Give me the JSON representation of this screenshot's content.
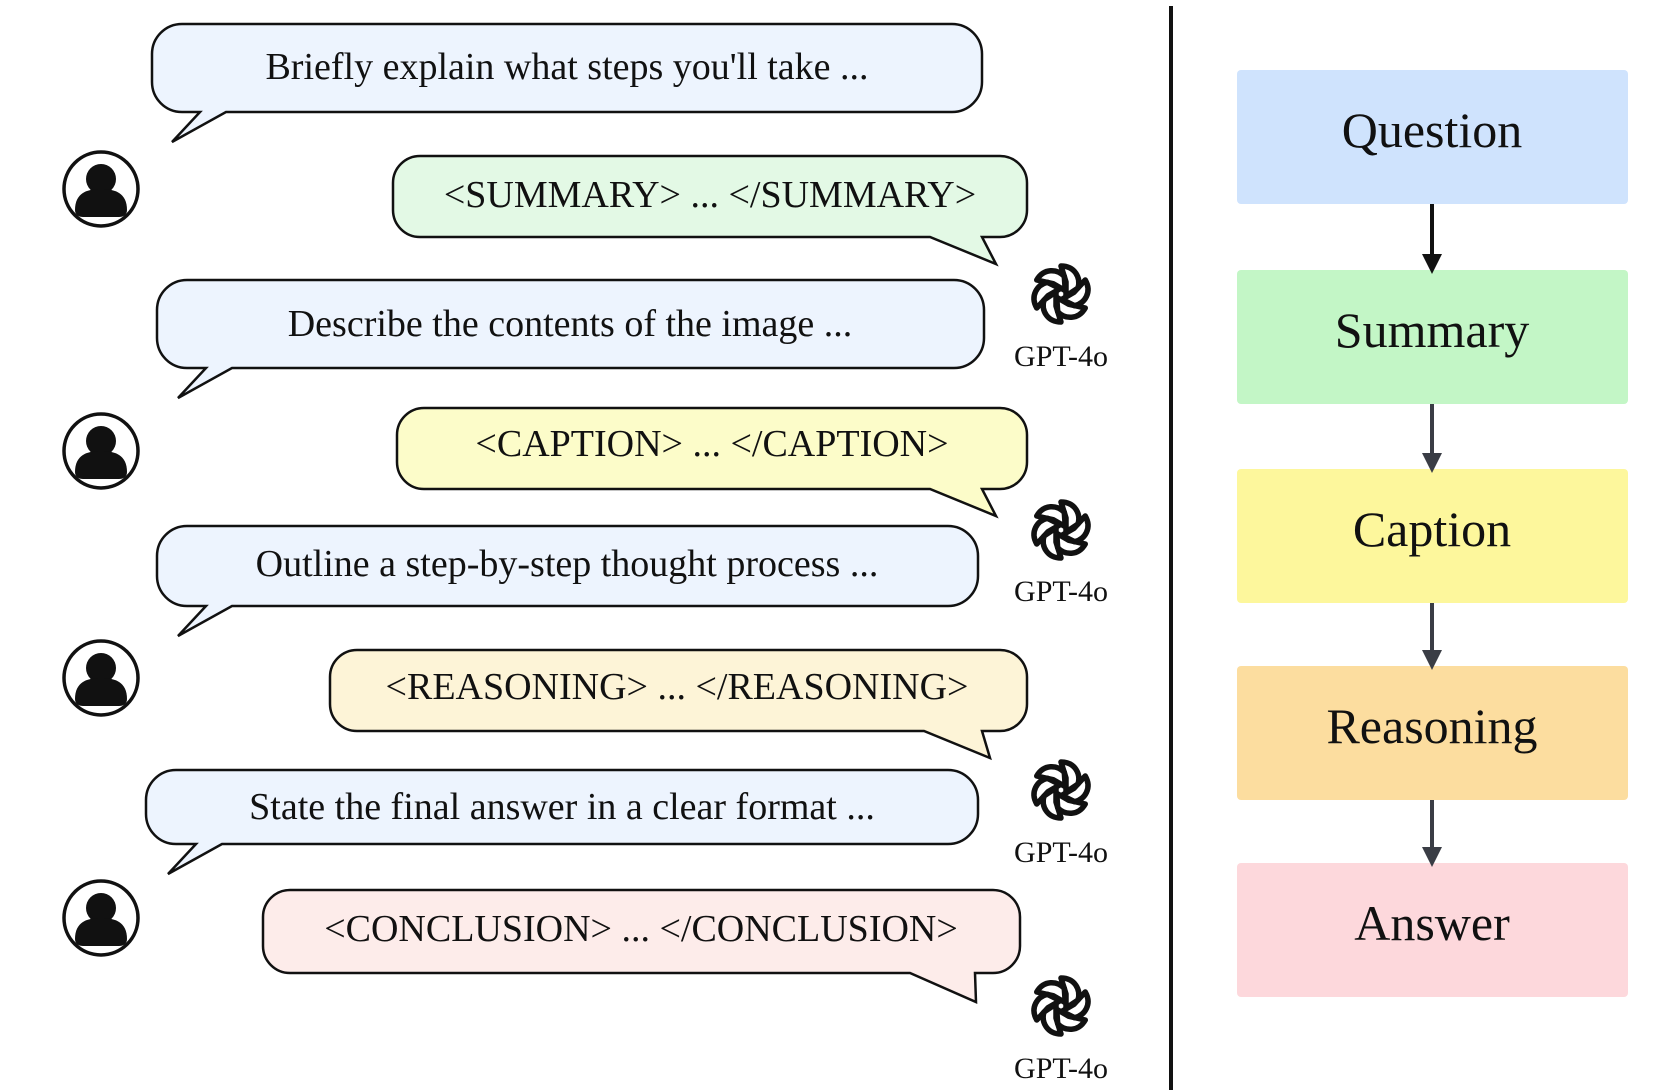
{
  "conversation": [
    {
      "role": "user",
      "text": "Briefly explain what steps you'll take ..."
    },
    {
      "role": "assistant",
      "text": "<SUMMARY> ... </SUMMARY>",
      "model_label": "GPT-4o",
      "color": "#e3f9e5"
    },
    {
      "role": "user",
      "text": "Describe the contents of the image ..."
    },
    {
      "role": "assistant",
      "text": "<CAPTION> ... </CAPTION>",
      "model_label": "GPT-4o",
      "color": "#fcfcc9"
    },
    {
      "role": "user",
      "text": "Outline a step-by-step thought process ..."
    },
    {
      "role": "assistant",
      "text": "<REASONING> ... </REASONING>",
      "model_label": "GPT-4o",
      "color": "#fdf4d7"
    },
    {
      "role": "user",
      "text": "State the final answer in a clear format ..."
    },
    {
      "role": "assistant",
      "text": "<CONCLUSION> ... </CONCLUSION>",
      "model_label": "GPT-4o",
      "color": "#fdecea"
    }
  ],
  "user_bubble_color": "#edf4fe",
  "stages": [
    {
      "label": "Question",
      "color": "#cfe3fd"
    },
    {
      "label": "Summary",
      "color": "#c3f6c6"
    },
    {
      "label": "Caption",
      "color": "#fdf79c"
    },
    {
      "label": "Reasoning",
      "color": "#fcdd9f"
    },
    {
      "label": "Answer",
      "color": "#fdd8dc"
    }
  ],
  "icons": {
    "user": "user-avatar-icon",
    "assistant": "openai-logo-icon"
  }
}
